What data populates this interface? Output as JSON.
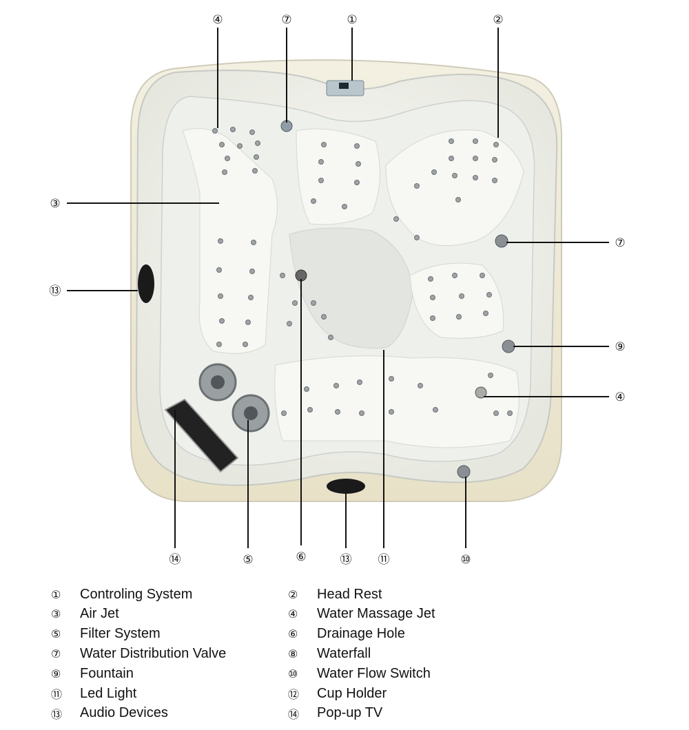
{
  "callouts": [
    {
      "label": "④",
      "target": "water-massage-jet"
    },
    {
      "label": "⑦",
      "target": "water-distribution-valve"
    },
    {
      "label": "①",
      "target": "controling-system"
    },
    {
      "label": "②",
      "target": "head-rest"
    },
    {
      "label": "③",
      "target": "air-jet"
    },
    {
      "label": "⑬",
      "target": "audio-devices"
    },
    {
      "label": "⑦",
      "target": "water-distribution-valve"
    },
    {
      "label": "⑨",
      "target": "fountain"
    },
    {
      "label": "④",
      "target": "water-massage-jet"
    },
    {
      "label": "⑭",
      "target": "pop-up-tv"
    },
    {
      "label": "⑤",
      "target": "filter-system"
    },
    {
      "label": "⑥",
      "target": "drainage-hole"
    },
    {
      "label": "⑬",
      "target": "audio-devices"
    },
    {
      "label": "⑪",
      "target": "led-light"
    },
    {
      "label": "⑩",
      "target": "water-flow-switch"
    }
  ],
  "legend": [
    {
      "num": "①",
      "text": "Controling System"
    },
    {
      "num": "②",
      "text": "Head Rest"
    },
    {
      "num": "③",
      "text": "Air Jet"
    },
    {
      "num": "④",
      "text": "Water Massage Jet"
    },
    {
      "num": "⑤",
      "text": "Filter System"
    },
    {
      "num": "⑥",
      "text": "Drainage Hole"
    },
    {
      "num": "⑦",
      "text": "Water Distribution Valve"
    },
    {
      "num": "⑧",
      "text": "Waterfall"
    },
    {
      "num": "⑨",
      "text": "Fountain"
    },
    {
      "num": "⑩",
      "text": "Water Flow Switch"
    },
    {
      "num": "⑪",
      "text": "Led Light"
    },
    {
      "num": "⑫",
      "text": "Cup Holder"
    },
    {
      "num": "⑬",
      "text": "Audio Devices"
    },
    {
      "num": "⑭",
      "text": "Pop-up TV"
    }
  ],
  "colors": {
    "shell": "#f4f3ec",
    "shell_edge": "#c9ccc6",
    "basin": "#e9ebe6",
    "jet": "#8a8f92"
  }
}
